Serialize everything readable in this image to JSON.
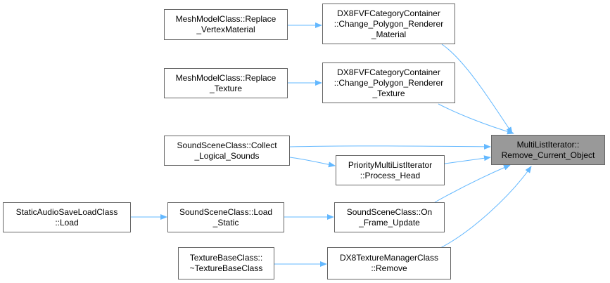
{
  "colors": {
    "edge": "#63b8ff",
    "node_border": "#666666",
    "node_fill": "#ffffff",
    "focus_fill": "#999999"
  },
  "nodes": {
    "focus": {
      "lines": [
        "MultiListIterator::",
        "Remove_Current_Object"
      ]
    },
    "dx8fvf_material": {
      "lines": [
        "DX8FVFCategoryContainer",
        "::Change_Polygon_Renderer",
        "_Material"
      ]
    },
    "meshmodel_vertexmaterial": {
      "lines": [
        "MeshModelClass::Replace",
        "_VertexMaterial"
      ]
    },
    "dx8fvf_texture": {
      "lines": [
        "DX8FVFCategoryContainer",
        "::Change_Polygon_Renderer",
        "_Texture"
      ]
    },
    "meshmodel_texture": {
      "lines": [
        "MeshModelClass::Replace",
        "_Texture"
      ]
    },
    "soundscene_collect": {
      "lines": [
        "SoundSceneClass::Collect",
        "_Logical_Sounds"
      ]
    },
    "priority_process_head": {
      "lines": [
        "PriorityMultiListIterator",
        "::Process_Head"
      ]
    },
    "soundscene_onframe": {
      "lines": [
        "SoundSceneClass::On",
        "_Frame_Update"
      ]
    },
    "soundscene_loadstatic": {
      "lines": [
        "SoundSceneClass::Load",
        "_Static"
      ]
    },
    "staticaudio_load": {
      "lines": [
        "StaticAudioSaveLoadClass",
        "::Load"
      ]
    },
    "dx8texture_remove": {
      "lines": [
        "DX8TextureManagerClass",
        "::Remove"
      ]
    },
    "texturebase_dtor": {
      "lines": [
        "TextureBaseClass::",
        "~TextureBaseClass"
      ]
    }
  }
}
